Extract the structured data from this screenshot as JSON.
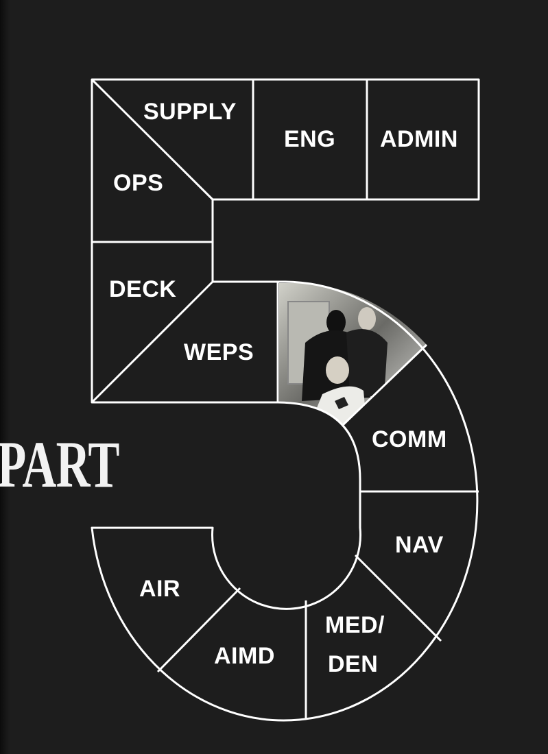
{
  "title": {
    "prefix": "PART",
    "numeral": "5"
  },
  "sections": {
    "supply": "SUPPLY",
    "ops": "OPS",
    "eng": "ENG",
    "admin": "ADMIN",
    "deck": "DECK",
    "weps": "WEPS",
    "comm": "COMM",
    "nav": "NAV",
    "med_line1": "MED/",
    "med_line2": "DEN",
    "aimd": "AIMD",
    "air": "AIR"
  },
  "colors": {
    "background": "#1d1d1d",
    "lines": "#ffffff"
  }
}
